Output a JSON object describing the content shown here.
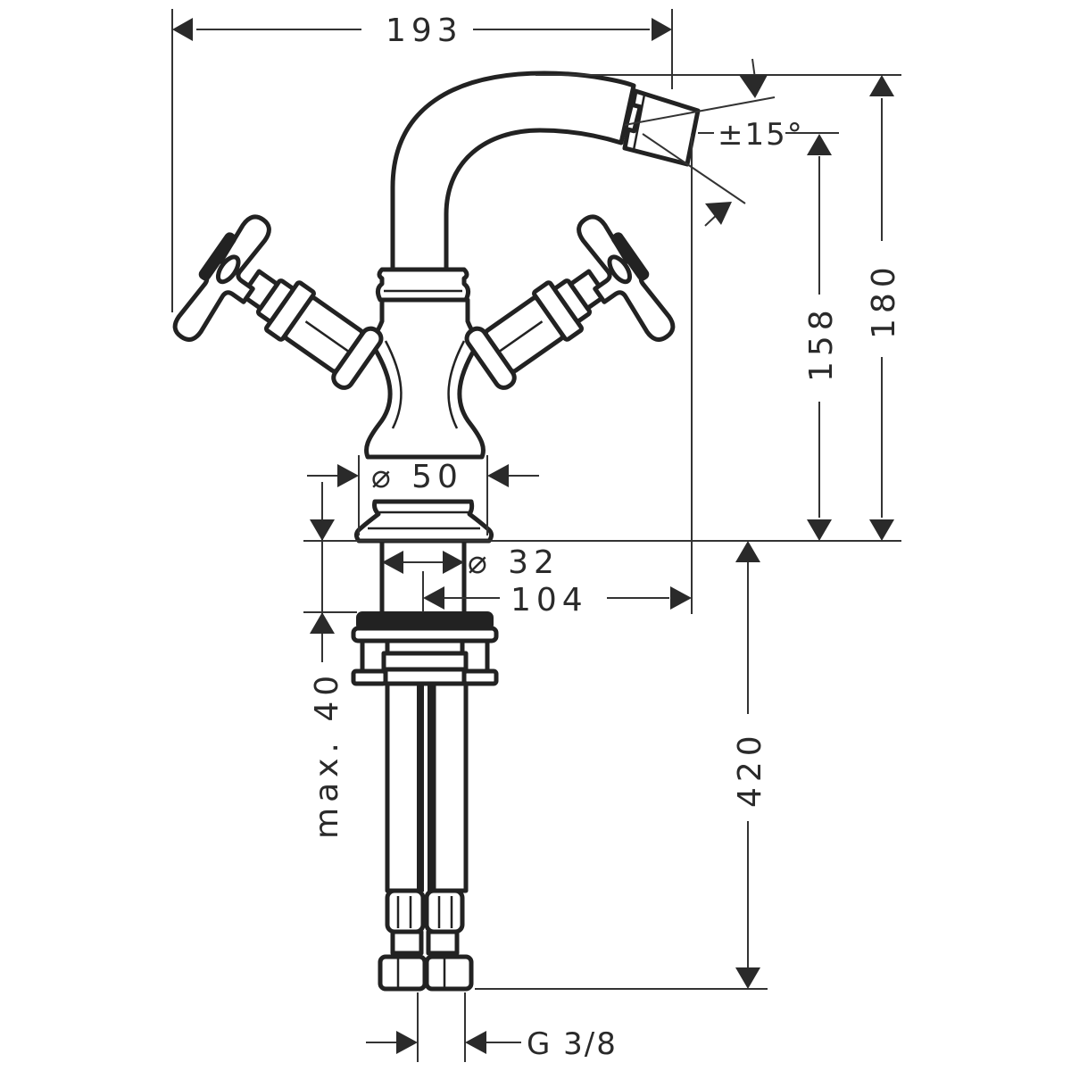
{
  "drawing": {
    "subject": "Bidet mixer with cross handles and swivel spray outlet",
    "units": "mm",
    "line_color": "#222222",
    "background": "#ffffff"
  },
  "dimensions": {
    "overall_width": {
      "label": "193"
    },
    "overall_height": {
      "label": "180"
    },
    "outlet_height": {
      "label": "158"
    },
    "outlet_swivel": {
      "label": "±15°"
    },
    "base_diameter": {
      "label": "⌀ 50"
    },
    "shank_diameter": {
      "label": "⌀ 32"
    },
    "projection": {
      "label": "104"
    },
    "max_deck_thickness": {
      "label": "max. 40"
    },
    "supply_hose_length": {
      "label": "420"
    },
    "connection_thread": {
      "label": "G 3/8"
    }
  }
}
